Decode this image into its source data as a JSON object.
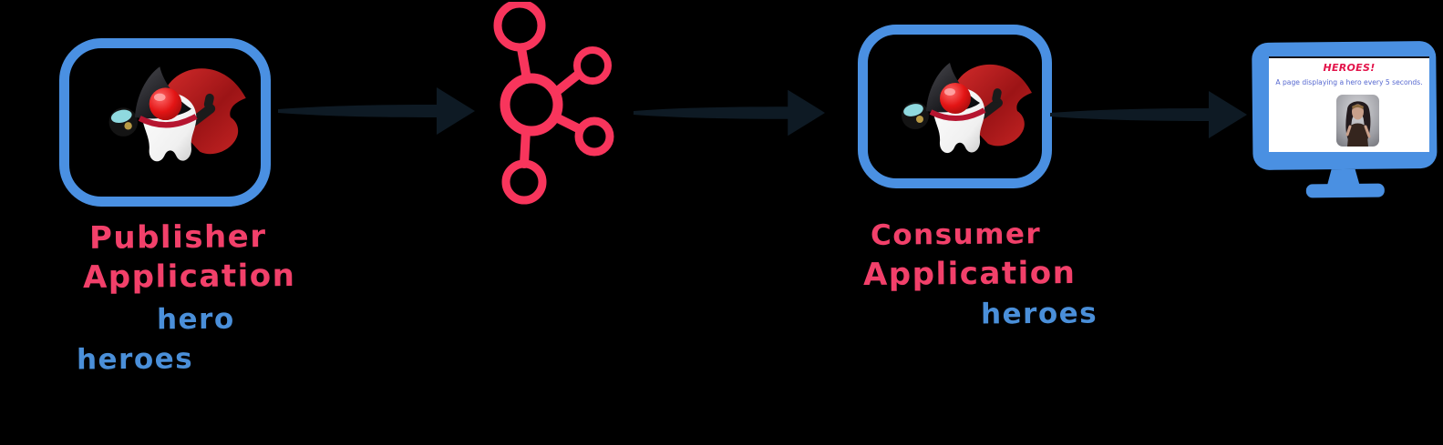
{
  "publisher": {
    "line1": "Publisher",
    "line2": "Application",
    "hero_label": "hero",
    "heroes_label": "heroes"
  },
  "consumer": {
    "line1": "Consumer",
    "line2": "Application",
    "heroes_label": "heroes"
  },
  "monitor": {
    "heading": "HEROES!",
    "subtitle": "A page displaying a hero every 5 seconds."
  },
  "icons": {
    "publisher_app": "java-duke-superhero-icon",
    "broker": "kafka-network-icon",
    "consumer_app": "java-duke-superhero-icon",
    "flow": "arrow-right-icon",
    "display": "monitor-icon",
    "hero_photo": "hero-portrait-photo"
  },
  "colors": {
    "box_blue": "#4a90e2",
    "label_pink": "#f2406a",
    "label_blue": "#4a8fd9",
    "kafka_pink": "#f8355c",
    "arrow_dark": "#0e1a24",
    "screen_heading_red": "#e3134a",
    "screen_text_blue": "#5668d0",
    "background": "#000000"
  }
}
